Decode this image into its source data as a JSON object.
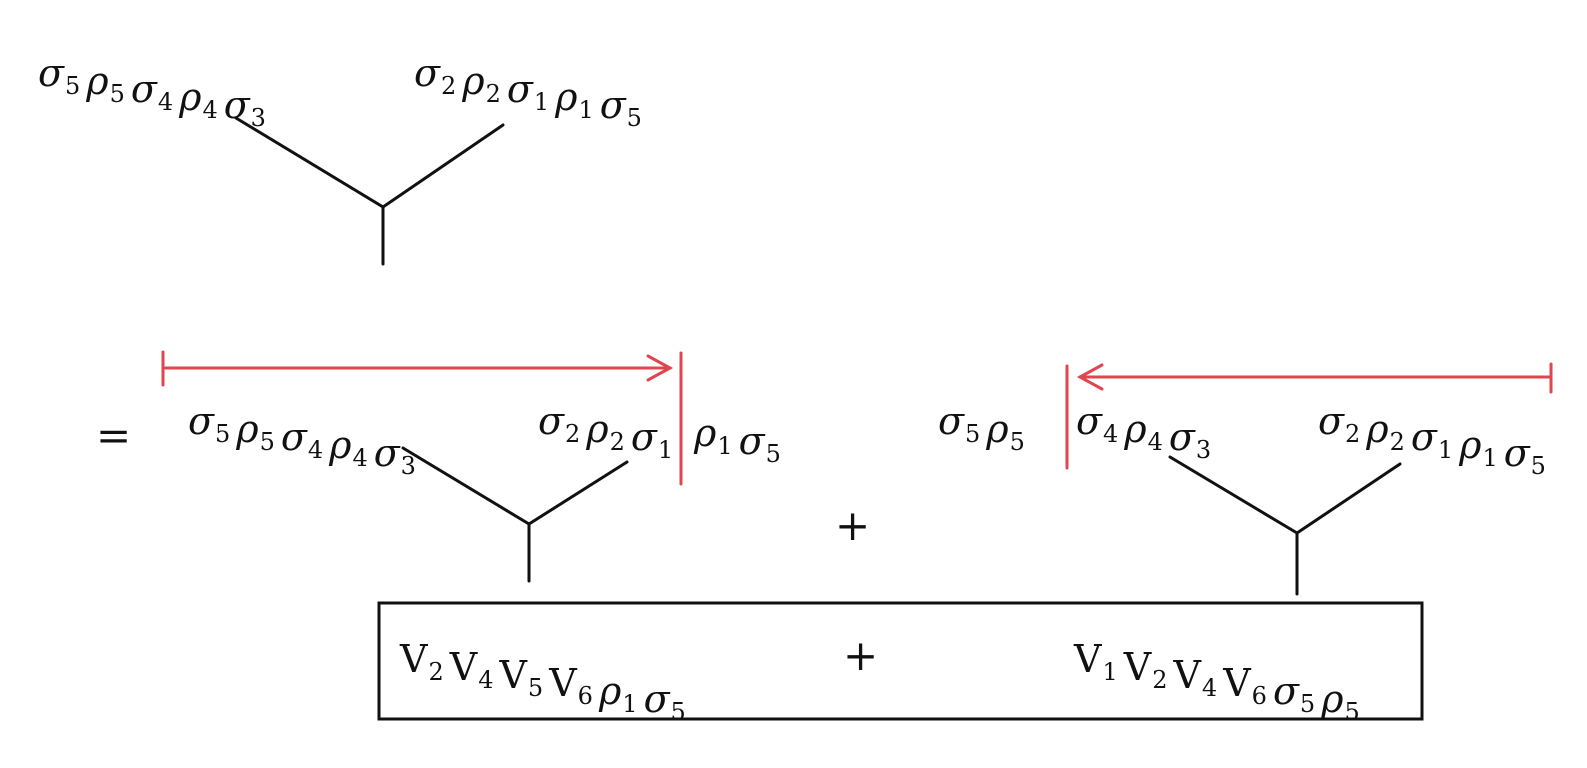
{
  "colors": {
    "ink": "#111111",
    "accent": "#e0464f"
  },
  "top": {
    "left_word": [
      {
        "b": "σ",
        "s": "5"
      },
      {
        "b": "ρ",
        "s": "5"
      },
      {
        "b": "σ",
        "s": "4"
      },
      {
        "b": "ρ",
        "s": "4"
      },
      {
        "b": "σ",
        "s": "3"
      }
    ],
    "right_word": [
      {
        "b": "σ",
        "s": "2"
      },
      {
        "b": "ρ",
        "s": "2"
      },
      {
        "b": "σ",
        "s": "1"
      },
      {
        "b": "ρ",
        "s": "1"
      },
      {
        "b": "σ",
        "s": "5"
      }
    ]
  },
  "equals": "=",
  "plus": "+",
  "term1": {
    "left_word": [
      {
        "b": "σ",
        "s": "5"
      },
      {
        "b": "ρ",
        "s": "5"
      },
      {
        "b": "σ",
        "s": "4"
      },
      {
        "b": "ρ",
        "s": "4"
      },
      {
        "b": "σ",
        "s": "3"
      }
    ],
    "right_word": [
      {
        "b": "σ",
        "s": "2"
      },
      {
        "b": "ρ",
        "s": "2"
      },
      {
        "b": "σ",
        "s": "1"
      }
    ],
    "tail_word": [
      {
        "b": "ρ",
        "s": "1"
      },
      {
        "b": "σ",
        "s": "5"
      }
    ]
  },
  "term2": {
    "head_word": [
      {
        "b": "σ",
        "s": "5"
      },
      {
        "b": "ρ",
        "s": "5"
      }
    ],
    "left_word": [
      {
        "b": "σ",
        "s": "4"
      },
      {
        "b": "ρ",
        "s": "4"
      },
      {
        "b": "σ",
        "s": "3"
      }
    ],
    "right_word": [
      {
        "b": "σ",
        "s": "2"
      },
      {
        "b": "ρ",
        "s": "2"
      },
      {
        "b": "σ",
        "s": "1"
      },
      {
        "b": "ρ",
        "s": "1"
      },
      {
        "b": "σ",
        "s": "5"
      }
    ]
  },
  "result": {
    "term1": [
      {
        "b": "V",
        "s": "2"
      },
      {
        "b": "V",
        "s": "4"
      },
      {
        "b": "V",
        "s": "5"
      },
      {
        "b": "V",
        "s": "6"
      },
      {
        "b": "ρ",
        "s": "1"
      },
      {
        "b": "σ",
        "s": "5"
      }
    ],
    "plus": "+",
    "term2": [
      {
        "b": "V",
        "s": "1"
      },
      {
        "b": "V",
        "s": "2"
      },
      {
        "b": "V",
        "s": "4"
      },
      {
        "b": "V",
        "s": "6"
      },
      {
        "b": "σ",
        "s": "5"
      },
      {
        "b": "ρ",
        "s": "5"
      }
    ]
  }
}
